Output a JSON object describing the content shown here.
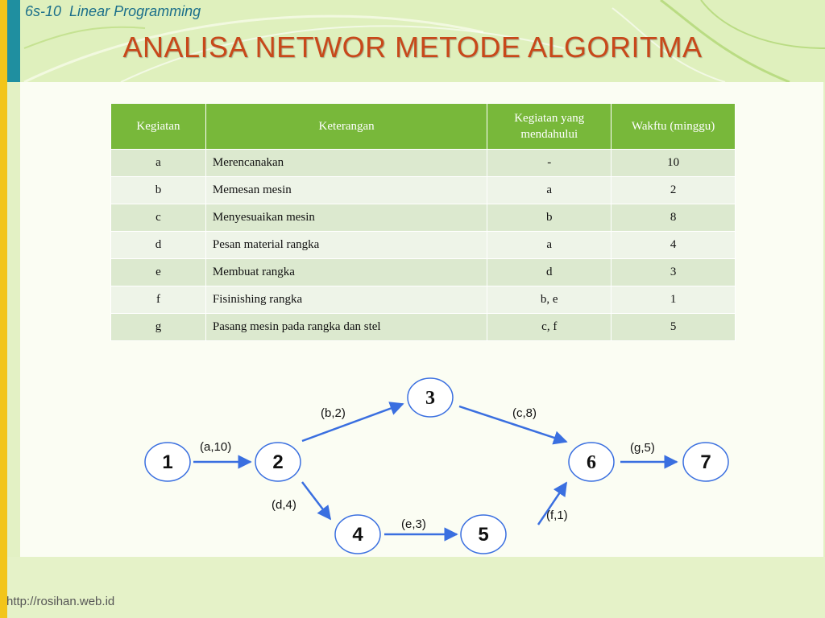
{
  "header": {
    "slide_number": "6s-10",
    "section": "Linear Programming"
  },
  "title": "ANALISA NETWOR METODE ALGORITMA",
  "table": {
    "headers": [
      "Kegiatan",
      "Keterangan",
      "Kegiatan yang mendahului",
      "Wakftu (minggu)"
    ],
    "rows": [
      [
        "a",
        "Merencanakan",
        "-",
        "10"
      ],
      [
        "b",
        "Memesan mesin",
        "a",
        "2"
      ],
      [
        "c",
        "Menyesuaikan mesin",
        "b",
        "8"
      ],
      [
        "d",
        "Pesan material rangka",
        "a",
        "4"
      ],
      [
        "e",
        "Membuat rangka",
        "d",
        "3"
      ],
      [
        "f",
        "Fisinishing rangka",
        "b, e",
        "1"
      ],
      [
        "g",
        "Pasang mesin pada rangka dan stel",
        "c, f",
        "5"
      ]
    ]
  },
  "network": {
    "nodes": [
      {
        "id": "1",
        "label": "1"
      },
      {
        "id": "2",
        "label": "2"
      },
      {
        "id": "3",
        "label": "3"
      },
      {
        "id": "4",
        "label": "4"
      },
      {
        "id": "5",
        "label": "5"
      },
      {
        "id": "6",
        "label": "6"
      },
      {
        "id": "7",
        "label": "7"
      }
    ],
    "edges": [
      {
        "from": "1",
        "to": "2",
        "label": "(a,10)"
      },
      {
        "from": "2",
        "to": "3",
        "label": "(b,2)"
      },
      {
        "from": "3",
        "to": "6",
        "label": "(c,8)"
      },
      {
        "from": "2",
        "to": "4",
        "label": "(d,4)"
      },
      {
        "from": "4",
        "to": "5",
        "label": "(e,3)"
      },
      {
        "from": "5",
        "to": "6",
        "label": "(f,1)"
      },
      {
        "from": "6",
        "to": "7",
        "label": "(g,5)"
      }
    ]
  },
  "footer": {
    "url": "http://rosihan.web.id"
  },
  "colors": {
    "title": "#c8481a",
    "table_header": "#78b83a",
    "arrow": "#3a6fe0",
    "node_border": "#3a6fe0"
  }
}
